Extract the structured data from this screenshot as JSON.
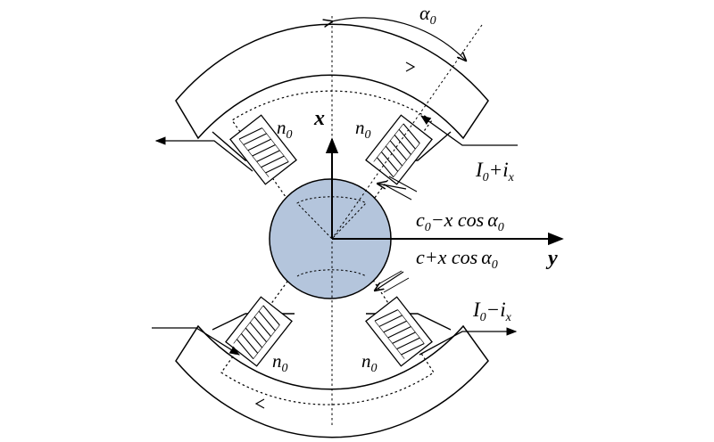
{
  "labels": {
    "alpha": {
      "base": "α",
      "sub": "0"
    },
    "n_top_left": {
      "base": "n",
      "sub": "0"
    },
    "n_top_right": {
      "base": "n",
      "sub": "0"
    },
    "n_bottom_left": {
      "base": "n",
      "sub": "0"
    },
    "n_bottom_right": {
      "base": "n",
      "sub": "0"
    },
    "axis_x": "x",
    "axis_y": "y",
    "current_top": {
      "a": "I",
      "a_sub": "0",
      "b": "+i",
      "b_sub": "x"
    },
    "current_bottom": {
      "a": "I",
      "a_sub": "0",
      "b": "−i",
      "b_sub": "x"
    },
    "gap_upper": {
      "a": "c",
      "a_sub": "0",
      "b": "−x cos",
      "c": "α",
      "c_sub": "0"
    },
    "gap_lower": {
      "a": "c+x cos",
      "b": "α",
      "b_sub": "0"
    }
  },
  "colors": {
    "rotor_fill": "#b4c5dc",
    "stroke": "#000000"
  }
}
